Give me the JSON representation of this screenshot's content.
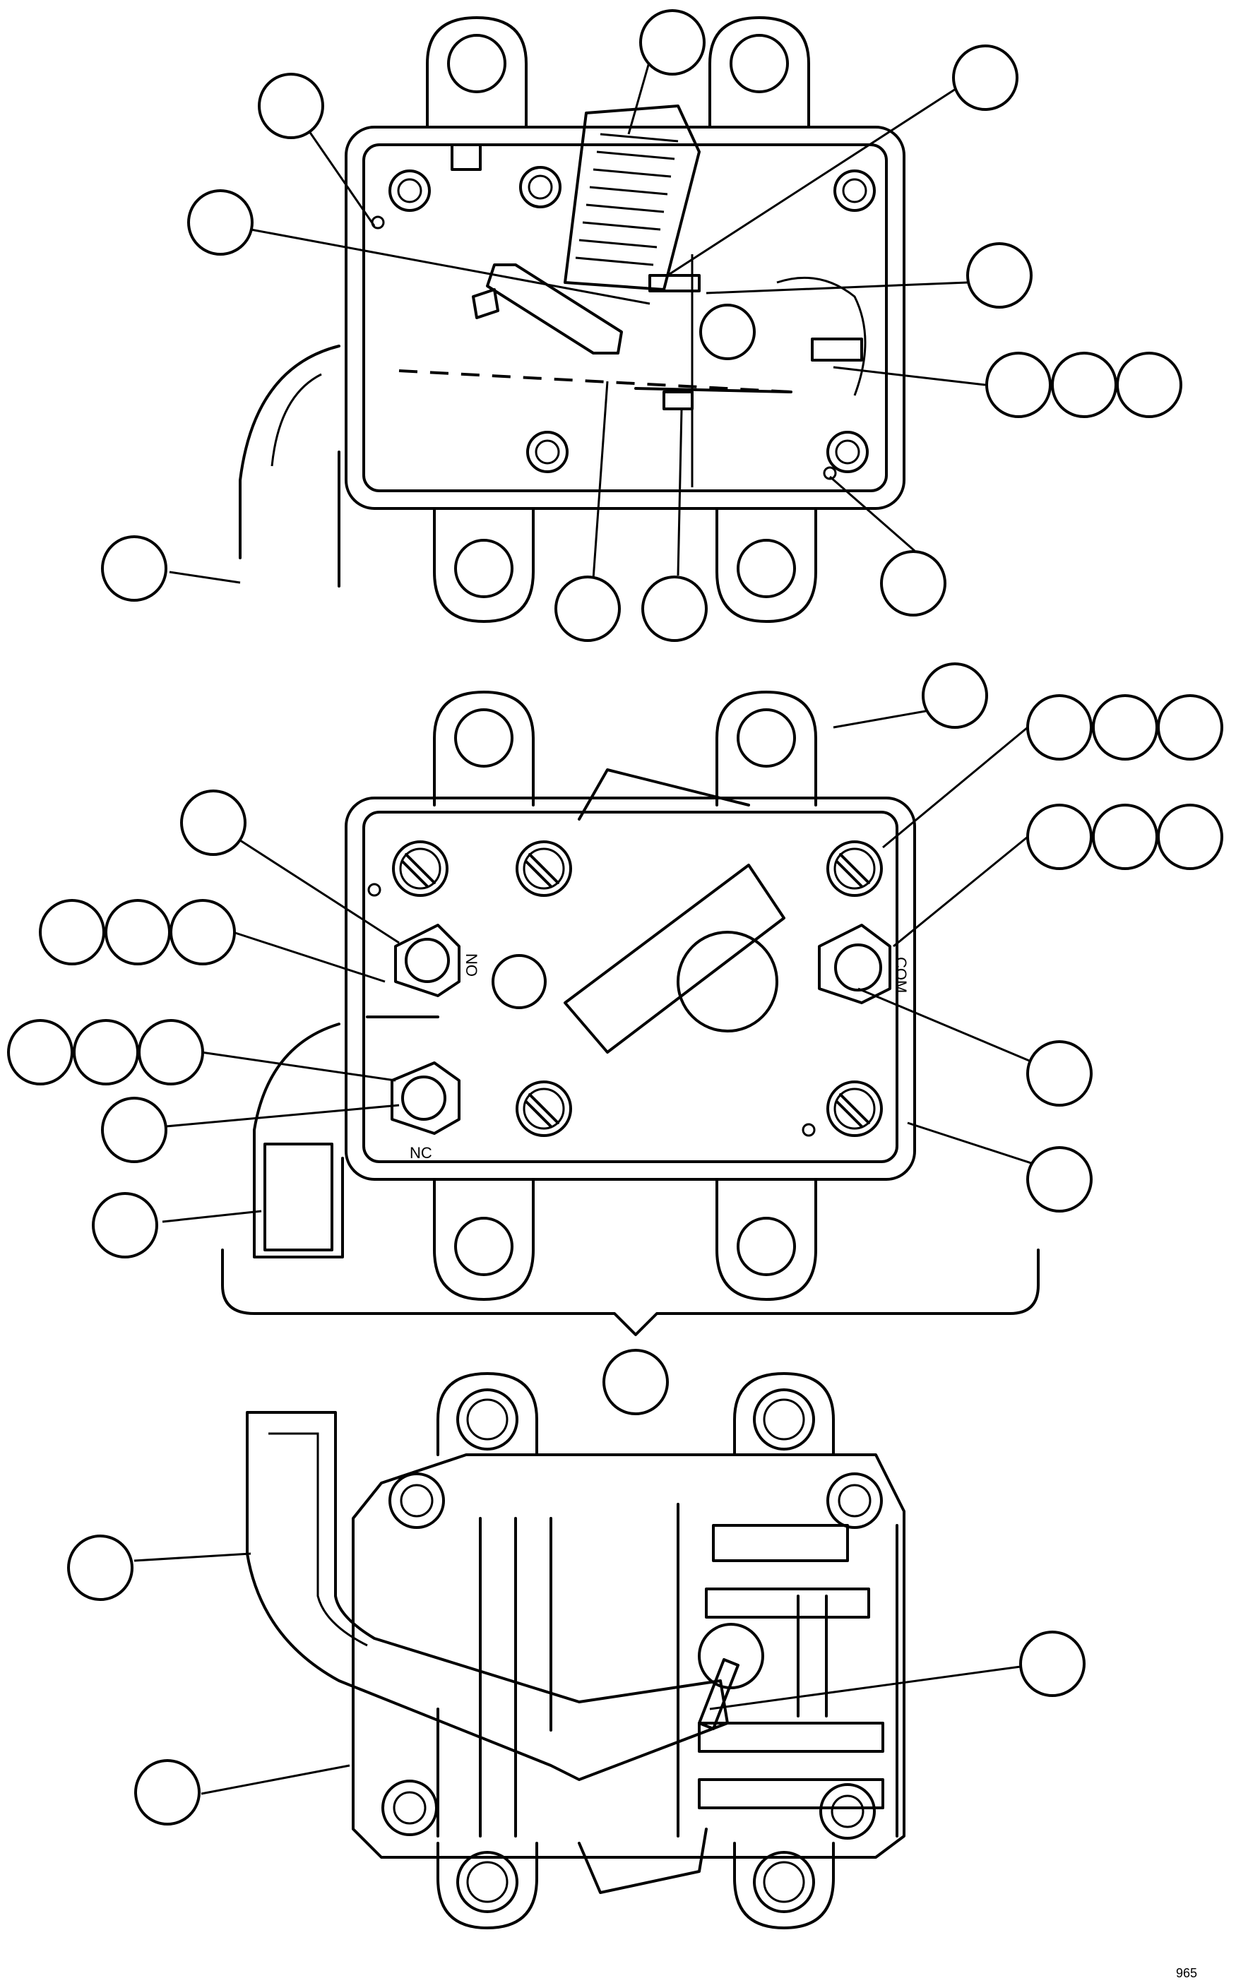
{
  "figure": {
    "terminal_labels": {
      "normally_open": "NO",
      "common": "COM",
      "normally_closed": "NC"
    },
    "figure_code": "965"
  }
}
